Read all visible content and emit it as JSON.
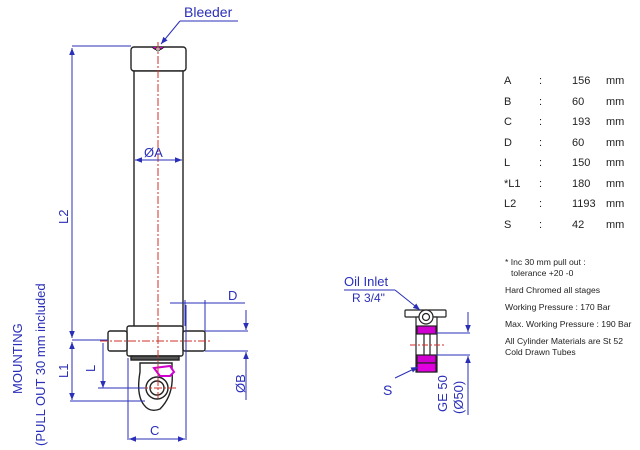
{
  "drawing": {
    "labels": {
      "bleeder": "Bleeder",
      "diameter_a": "ØA",
      "dim_l2": "L2",
      "dim_l1": "L1",
      "dim_l": "L",
      "dim_d": "D",
      "dim_b": "ØB",
      "dim_c": "C",
      "mounting_line1": "MOUNTING",
      "mounting_line2": "(PULL OUT 30 mm included",
      "oil_inlet": "Oil Inlet",
      "oil_inlet_size": "R 3/4\"",
      "dim_s": "S",
      "ge_line1": "GE 50",
      "ge_line2": "(Ø50)"
    },
    "colors": {
      "dimension": "#2a2fb8",
      "outline": "#222222",
      "centerline": "#d0302a",
      "seal": "#d000d0"
    }
  },
  "specs": [
    {
      "key": "A",
      "sep": ":",
      "value": "156",
      "unit": "mm"
    },
    {
      "key": "B",
      "sep": ":",
      "value": "60",
      "unit": "mm"
    },
    {
      "key": "C",
      "sep": ":",
      "value": "193",
      "unit": "mm"
    },
    {
      "key": "D",
      "sep": ":",
      "value": "60",
      "unit": "mm"
    },
    {
      "key": "L",
      "sep": ":",
      "value": "150",
      "unit": "mm"
    },
    {
      "key": "*L1",
      "sep": ":",
      "value": "180",
      "unit": "mm"
    },
    {
      "key": "L2",
      "sep": ":",
      "value": "1193",
      "unit": "mm"
    },
    {
      "key": "S",
      "sep": ":",
      "value": "42",
      "unit": "mm"
    }
  ],
  "notes": {
    "pullout_line1": "* Inc 30 mm pull out :",
    "pullout_line2": "tolerance +20 -0",
    "chrome": "Hard Chromed all stages",
    "working_pressure": "Working Pressure : 170 Bar",
    "max_pressure": "Max. Working Pressure : 190 Bar",
    "materials": "All Cylinder Materials are St 52 Cold Drawn Tubes"
  }
}
